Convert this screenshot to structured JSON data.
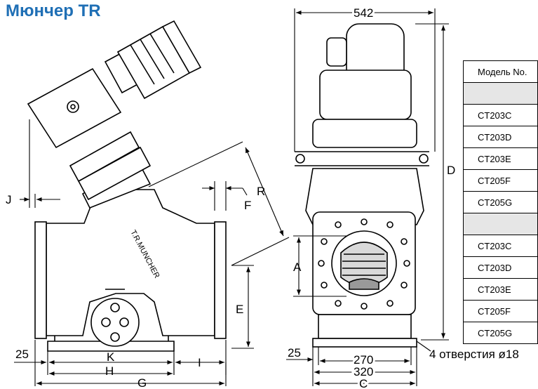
{
  "title": "Мюнчер TR",
  "side_view": {
    "label_j": "J",
    "label_f": "F",
    "label_r": "R",
    "label_e": "E",
    "label_i": "I",
    "label_k": "K",
    "label_h": "H",
    "label_g": "G",
    "label_25": "25",
    "body_text": "T.R.MUNCHER"
  },
  "front_view": {
    "label_542": "542",
    "label_d": "D",
    "label_a": "A",
    "label_25": "25",
    "label_270": "270",
    "label_320": "320",
    "label_c": "C",
    "holes_note": "4 отверстия ø18"
  },
  "table": {
    "header": "Модель No.",
    "group1_label": "",
    "group1": [
      "CT203C",
      "CT203D",
      "CT203E",
      "CT205F",
      "CT205G"
    ],
    "group2_label": "",
    "group2": [
      "CT203C",
      "CT203D",
      "CT203E",
      "CT205F",
      "CT205G"
    ]
  }
}
